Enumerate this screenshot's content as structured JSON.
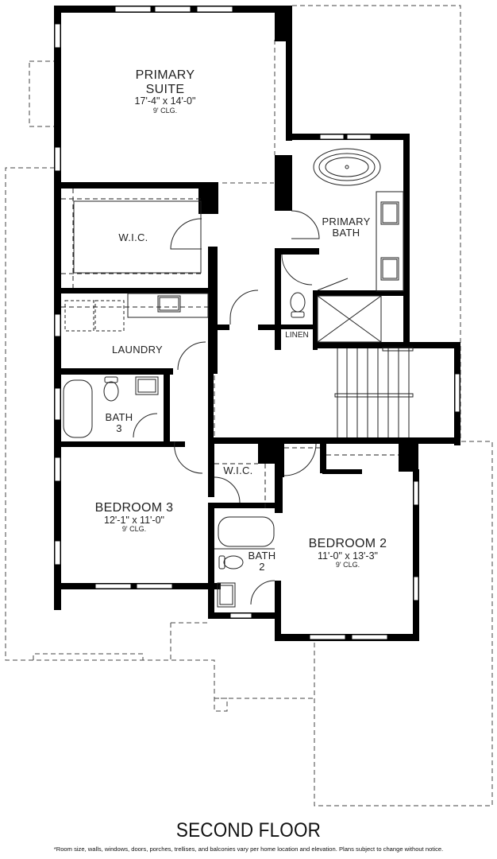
{
  "title": "SECOND FLOOR",
  "disclaimer": "*Room size, walls, windows, doors, porches, trellises, and balconies vary per home location and elevation. Plans subject to change without notice.",
  "colors": {
    "wall": "#000000",
    "line": "#333333",
    "background": "#ffffff"
  },
  "rooms": {
    "primary_suite": {
      "name_line1": "PRIMARY",
      "name_line2": "SUITE",
      "dimensions": "17'-4\" x 14'-0\"",
      "ceiling": "9' CLG."
    },
    "primary_bath": {
      "name_line1": "PRIMARY",
      "name_line2": "BATH"
    },
    "wic_primary": {
      "name": "W.I.C."
    },
    "laundry": {
      "name": "LAUNDRY"
    },
    "linen": {
      "name": "LINEN"
    },
    "bath3": {
      "name_line1": "BATH",
      "name_line2": "3"
    },
    "bedroom3": {
      "name": "BEDROOM 3",
      "dimensions": "12'-1\" x 11'-0\"",
      "ceiling": "9' CLG."
    },
    "wic_bed3": {
      "name": "W.I.C."
    },
    "bath2": {
      "name_line1": "BATH",
      "name_line2": "2"
    },
    "bedroom2": {
      "name": "BEDROOM 2",
      "dimensions": "11'-0\" x 13'-3\"",
      "ceiling": "9' CLG."
    }
  }
}
